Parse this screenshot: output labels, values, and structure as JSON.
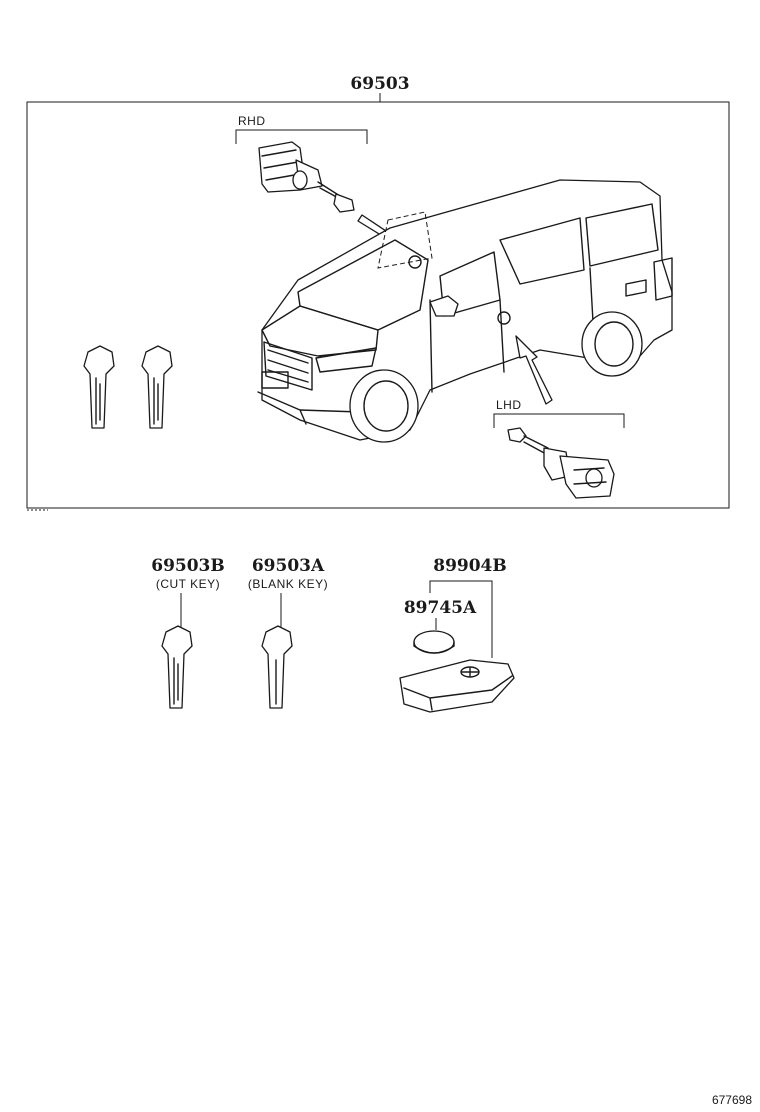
{
  "parts": {
    "assembly": "69503",
    "cut_key": "69503B",
    "cut_key_desc": "(CUT KEY)",
    "blank_key": "69503A",
    "blank_key_desc": "(BLANK KEY)",
    "transmitter": "89904B",
    "battery": "89745A"
  },
  "variants": {
    "rhd": "RHD",
    "lhd": "LHD"
  },
  "figure_number": "677698"
}
